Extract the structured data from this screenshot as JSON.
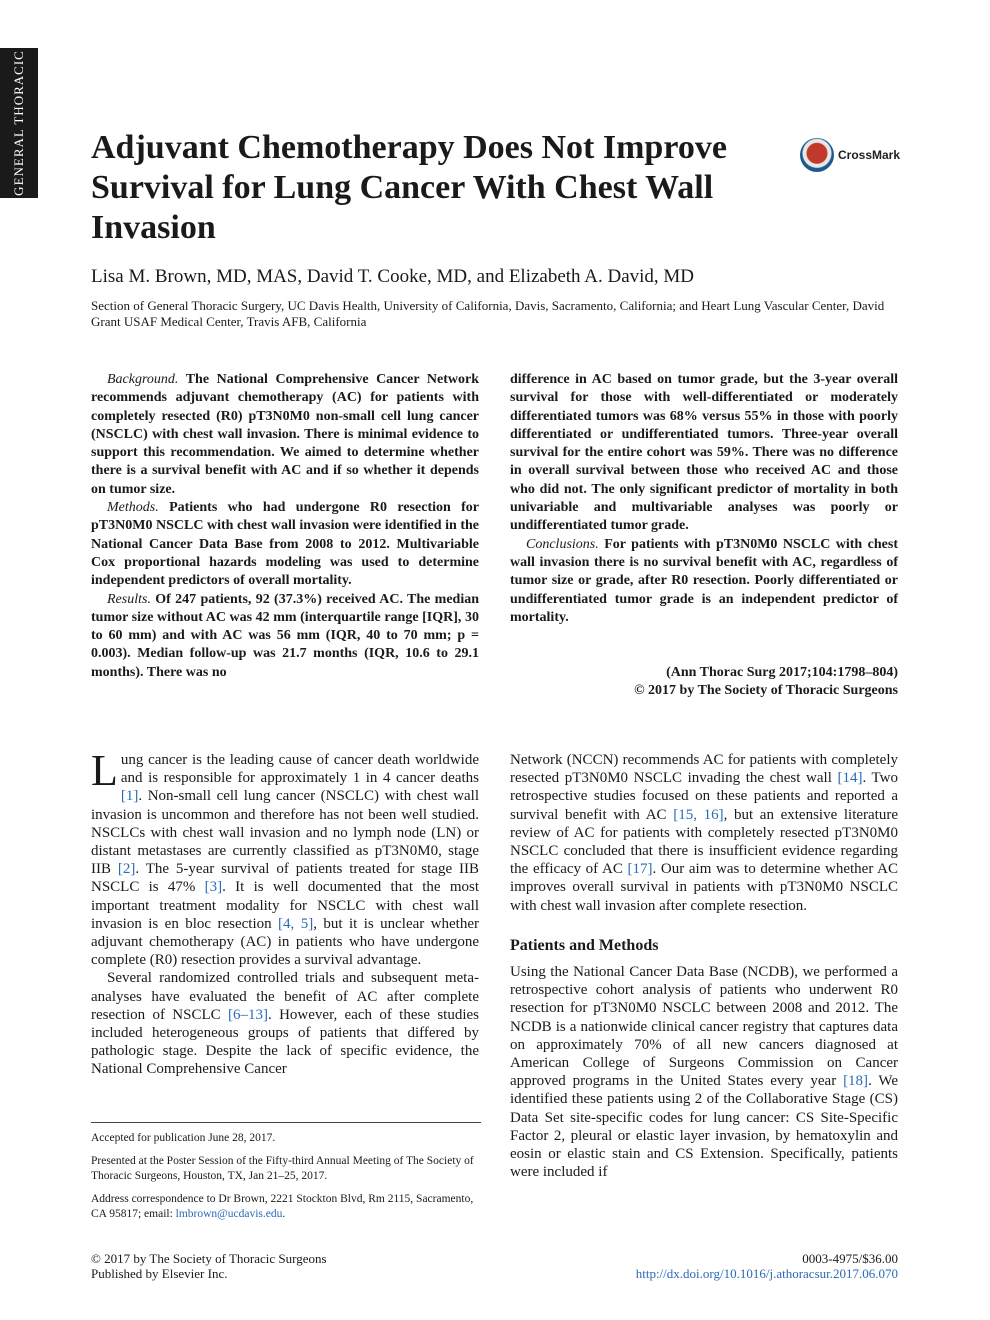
{
  "side_tab": "GENERAL THORACIC",
  "title": "Adjuvant Chemotherapy Does Not Improve Survival for Lung Cancer With Chest Wall Invasion",
  "crossmark": "CrossMark",
  "authors": "Lisa M. Brown, MD, MAS, David T. Cooke, MD, and Elizabeth A. David, MD",
  "affiliation": "Section of General Thoracic Surgery, UC Davis Health, University of California, Davis, Sacramento, California; and Heart Lung Vascular Center, David Grant USAF Medical Center, Travis AFB, California",
  "abstract": {
    "background_label": "Background.",
    "background_text": " The National Comprehensive Cancer Network recommends adjuvant chemotherapy (AC) for patients with completely resected (R0) pT3N0M0 non-small cell lung cancer (NSCLC) with chest wall invasion. There is minimal evidence to support this recommendation. We aimed to determine whether there is a survival benefit with AC and if so whether it depends on tumor size.",
    "methods_label": "Methods.",
    "methods_text": " Patients who had undergone R0 resection for pT3N0M0 NSCLC with chest wall invasion were identified in the National Cancer Data Base from 2008 to 2012. Multivariable Cox proportional hazards modeling was used to determine independent predictors of overall mortality.",
    "results_label": "Results.",
    "results_text": " Of 247 patients, 92 (37.3%) received AC. The median tumor size without AC was 42 mm (interquartile range [IQR], 30 to 60 mm) and with AC was 56 mm (IQR, 40 to 70 mm; p = 0.003). Median follow-up was 21.7 months (IQR, 10.6 to 29.1 months). There was no",
    "results_cont": "difference in AC based on tumor grade, but the 3-year overall survival for those with well-differentiated or moderately differentiated tumors was 68% versus 55% in those with poorly differentiated or undifferentiated tumors. Three-year overall survival for the entire cohort was 59%. There was no difference in overall survival between those who received AC and those who did not. The only significant predictor of mortality in both univariable and multivariable analyses was poorly or undifferentiated tumor grade.",
    "conclusions_label": "Conclusions.",
    "conclusions_text": " For patients with pT3N0M0 NSCLC with chest wall invasion there is no survival benefit with AC, regardless of tumor size or grade, after R0 resection. Poorly differentiated or undifferentiated tumor grade is an independent predictor of mortality."
  },
  "citation": {
    "journal": "(Ann Thorac Surg 2017;104:1798–804)",
    "copyright": "© 2017 by The Society of Thoracic Surgeons"
  },
  "body": {
    "dropcap": "L",
    "p1_a": "ung cancer is the leading cause of cancer death worldwide and is responsible for approximately 1 in 4 cancer deaths ",
    "p1_r1": "[1]",
    "p1_b": ". Non-small cell lung cancer (NSCLC) with chest wall invasion is uncommon and therefore has not been well studied. NSCLCs with chest wall invasion and no lymph node (LN) or distant metastases are currently classified as pT3N0M0, stage IIB ",
    "p1_r2": "[2]",
    "p1_c": ". The 5-year survival of patients treated for stage IIB NSCLC is 47% ",
    "p1_r3": "[3]",
    "p1_d": ". It is well documented that the most important treatment modality for NSCLC with chest wall invasion is en bloc resection ",
    "p1_r4": "[4, 5]",
    "p1_e": ", but it is unclear whether adjuvant chemotherapy (AC) in patients who have undergone complete (R0) resection provides a survival advantage.",
    "p2_a": "Several randomized controlled trials and subsequent meta-analyses have evaluated the benefit of AC after complete resection of NSCLC ",
    "p2_r1": "[6–13]",
    "p2_b": ". However, each of these studies included heterogeneous groups of patients that differed by pathologic stage. Despite the lack of specific evidence, the National Comprehensive Cancer",
    "p3_a": "Network (NCCN) recommends AC for patients with completely resected pT3N0M0 NSCLC invading the chest wall ",
    "p3_r1": "[14]",
    "p3_b": ". Two retrospective studies focused on these patients and reported a survival benefit with AC ",
    "p3_r2": "[15, 16]",
    "p3_c": ", but an extensive literature review of AC for patients with completely resected pT3N0M0 NSCLC concluded that there is insufficient evidence regarding the efficacy of AC ",
    "p3_r3": "[17]",
    "p3_d": ". Our aim was to determine whether AC improves overall survival in patients with pT3N0M0 NSCLC with chest wall invasion after complete resection.",
    "section_title": "Patients and Methods",
    "p4_a": "Using the National Cancer Data Base (NCDB), we performed a retrospective cohort analysis of patients who underwent R0 resection for pT3N0M0 NSCLC between 2008 and 2012. The NCDB is a nationwide clinical cancer registry that captures data on approximately 70% of all new cancers diagnosed at American College of Surgeons Commission on Cancer approved programs in the United States every year ",
    "p4_r1": "[18]",
    "p4_b": ". We identified these patients using 2 of the Collaborative Stage (CS) Data Set site-specific codes for lung cancer: CS Site-Specific Factor 2, pleural or elastic layer invasion, by hematoxylin and eosin or elastic stain and CS Extension. Specifically, patients were included if"
  },
  "footnotes": {
    "accepted": "Accepted for publication June 28, 2017.",
    "presented": "Presented at the Poster Session of the Fifty-third Annual Meeting of The Society of Thoracic Surgeons, Houston, TX, Jan 21–25, 2017.",
    "address": "Address correspondence to Dr Brown, 2221 Stockton Blvd, Rm 2115, Sacramento, CA   95817; email: ",
    "email": "lmbrown@ucdavis.edu",
    "address_end": "."
  },
  "footer": {
    "copyright": "© 2017 by The Society of Thoracic Surgeons",
    "publisher": "Published by Elsevier Inc.",
    "issn": "0003-4975/$36.00",
    "doi": "http://dx.doi.org/10.1016/j.athoracsur.2017.06.070"
  }
}
